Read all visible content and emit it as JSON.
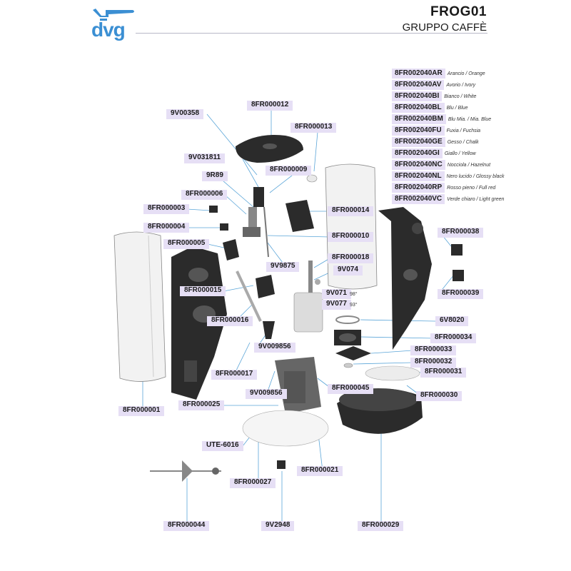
{
  "header": {
    "title": "FROG01",
    "subtitle": "GRUPPO CAFFÈ",
    "logo_text": "dvg"
  },
  "colors": {
    "logo_blue": "#3b8fd3",
    "label_bg": "#e6dff5",
    "part_dark": "#2b2b2b",
    "part_light": "#e9e9e9",
    "leader": "#5aa5d8"
  },
  "variants": [
    {
      "code": "8FR002040AR",
      "desc": "Arancio / Orange"
    },
    {
      "code": "8FR002040AV",
      "desc": "Avorio / Ivory"
    },
    {
      "code": "8FR002040BI",
      "desc": "Bianco / White"
    },
    {
      "code": "8FR002040BL",
      "desc": "Blu / Blue"
    },
    {
      "code": "8FR002040BM",
      "desc": "Blu Mia. / Mia. Blue"
    },
    {
      "code": "8FR002040FU",
      "desc": "Fuxia / Fuchsia"
    },
    {
      "code": "8FR002040GE",
      "desc": "Gesso / Chalk"
    },
    {
      "code": "8FR002040GI",
      "desc": "Giallo / Yellow"
    },
    {
      "code": "8FR002040NC",
      "desc": "Nocciola / Hazelnut"
    },
    {
      "code": "8FR002040NL",
      "desc": "Nero lucido / Glossy black"
    },
    {
      "code": "8FR002040RP",
      "desc": "Rosso pieno / Full red"
    },
    {
      "code": "8FR002040VC",
      "desc": "Verde chiaro / Light green"
    }
  ],
  "labels": {
    "p9V00358": "9V00358",
    "p8FR000012": "8FR000012",
    "p8FR000013": "8FR000013",
    "p9V031811": "9V031811",
    "p8FR000009": "8FR000009",
    "p9R89": "9R89",
    "p8FR000006": "8FR000006",
    "p8FR000003": "8FR000003",
    "p8FR000014": "8FR000014",
    "p8FR000004": "8FR000004",
    "p8FR000010": "8FR000010",
    "p8FR000038": "8FR000038",
    "p8FR000005": "8FR000005",
    "p8FR000018": "8FR000018",
    "p9V9875": "9V9875",
    "p9V074": "9V074",
    "p8FR000015": "8FR000015",
    "p9V071": "9V071",
    "p9V077": "9V077",
    "p8FR000039": "8FR000039",
    "p8FR000016": "8FR000016",
    "p6V8020": "6V8020",
    "p8FR000034": "8FR000034",
    "p9V009856a": "9V009856",
    "p8FR000033": "8FR000033",
    "p8FR000032": "8FR000032",
    "p8FR000031": "8FR000031",
    "p8FR000017": "8FR000017",
    "p8FR000045": "8FR000045",
    "p9V009856b": "9V009856",
    "p8FR000030": "8FR000030",
    "p8FR000025": "8FR000025",
    "p8FR000001": "8FR000001",
    "pUTE6016": "UTE-6016",
    "p8FR000021": "8FR000021",
    "p8FR000027": "8FR000027",
    "p8FR000044": "8FR000044",
    "p9V2948": "9V2948",
    "p8FR000029": "8FR000029"
  },
  "temps": {
    "t98": "98°",
    "t93": "93°"
  }
}
